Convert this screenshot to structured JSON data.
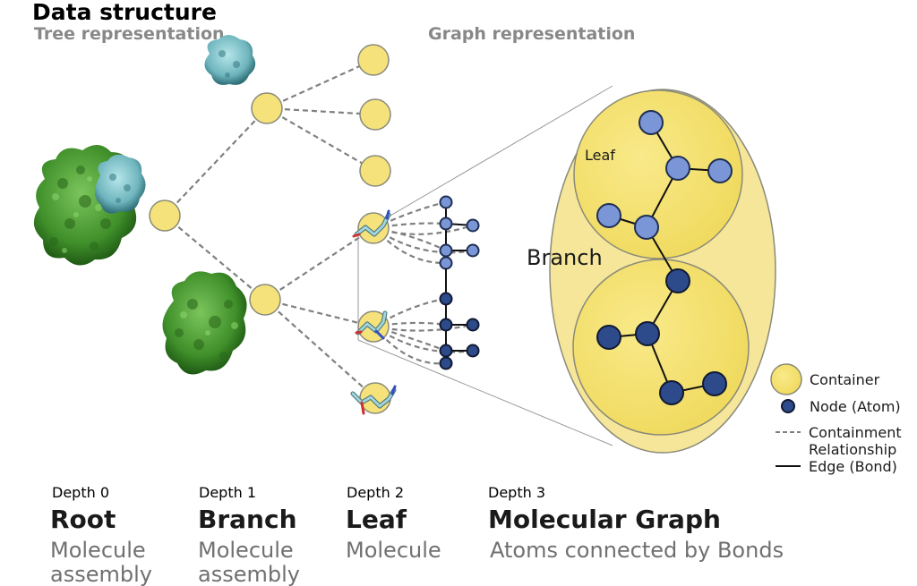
{
  "title": "Data structure",
  "subtitles": {
    "tree": "Tree representation",
    "graph": "Graph representation"
  },
  "inner_labels": {
    "leaf": "Leaf",
    "branch": "Branch"
  },
  "legend": {
    "container": "Container",
    "node": "Node (Atom)",
    "containment_line1": "Containment",
    "containment_line2": "Relationship",
    "edge": "Edge (Bond)"
  },
  "depths": [
    {
      "depth": "Depth 0",
      "name": "Root",
      "desc_line1": "Molecule",
      "desc_line2": "assembly"
    },
    {
      "depth": "Depth 1",
      "name": "Branch",
      "desc_line1": "Molecule",
      "desc_line2": "assembly"
    },
    {
      "depth": "Depth 2",
      "name": "Leaf",
      "desc_line1": "Molecule",
      "desc_line2": ""
    },
    {
      "depth": "Depth 3",
      "name": "Molecular Graph",
      "desc_line1": "Atoms connected by Bonds",
      "desc_line2": ""
    }
  ],
  "colors": {
    "container_fill": "#f5e27a",
    "container_outer": "#f6e69a",
    "atom_light": "#7b96d6",
    "atom_dark": "#2d4a8a",
    "protein_green": "#4aa034",
    "protein_cyan": "#7ec6cc",
    "dashed_line": "#808080"
  },
  "icons": {
    "protein_large": "protein-green-cyan-icon",
    "protein_small_cyan": "protein-cyan-icon",
    "protein_green": "protein-green-icon",
    "ligand": "ligand-stick-icon"
  }
}
